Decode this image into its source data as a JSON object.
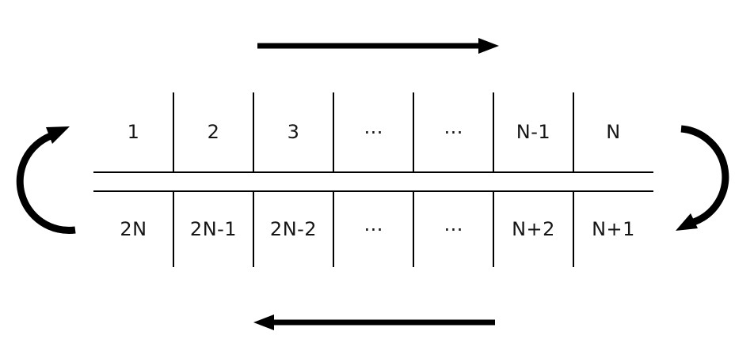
{
  "diagram": {
    "description": "Boustrophedon / serpentine numbering loop of 2N slots",
    "background": "#ffffff",
    "line_color": "#000000",
    "text_color": "#161616",
    "top_row": {
      "cells": [
        "1",
        "2",
        "3",
        "⋯",
        "⋯",
        "N-1",
        "N"
      ]
    },
    "bottom_row": {
      "cells": [
        "2N",
        "2N-1",
        "2N-2",
        "⋯",
        "⋯",
        "N+2",
        "N+1"
      ]
    },
    "arrows": {
      "top": {
        "icon": "arrow-right-icon",
        "direction": "right"
      },
      "bottom": {
        "icon": "arrow-left-icon",
        "direction": "left"
      },
      "left": {
        "icon": "curved-arrow-up-icon",
        "direction": "bottom-row-to-top-row"
      },
      "right": {
        "icon": "curved-arrow-down-icon",
        "direction": "top-row-to-bottom-row"
      }
    }
  }
}
